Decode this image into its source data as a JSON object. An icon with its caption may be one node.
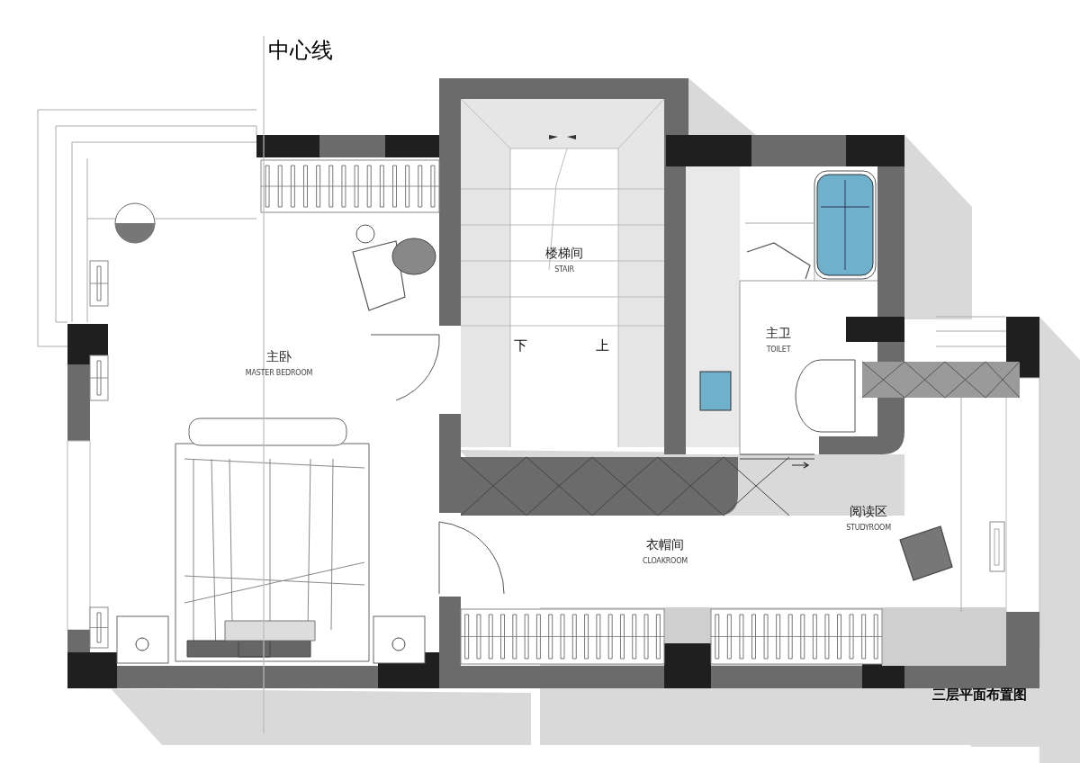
{
  "diagram": {
    "caption": "三层平面布置图",
    "nodes": [
      {
        "text": [
          "主卧",
          "MASTER BEDROOM"
        ]
      },
      {
        "text": [
          "楼梯间",
          "STAIR"
        ]
      },
      {
        "text": [
          "主卫",
          "TOILET"
        ]
      },
      {
        "text": [
          "衣帽间",
          "CLOAKROOM"
        ]
      },
      {
        "text": [
          "阅读区",
          "STUDYROOM"
        ]
      }
    ],
    "labels": [
      "中心线",
      "下",
      "上"
    ]
  }
}
